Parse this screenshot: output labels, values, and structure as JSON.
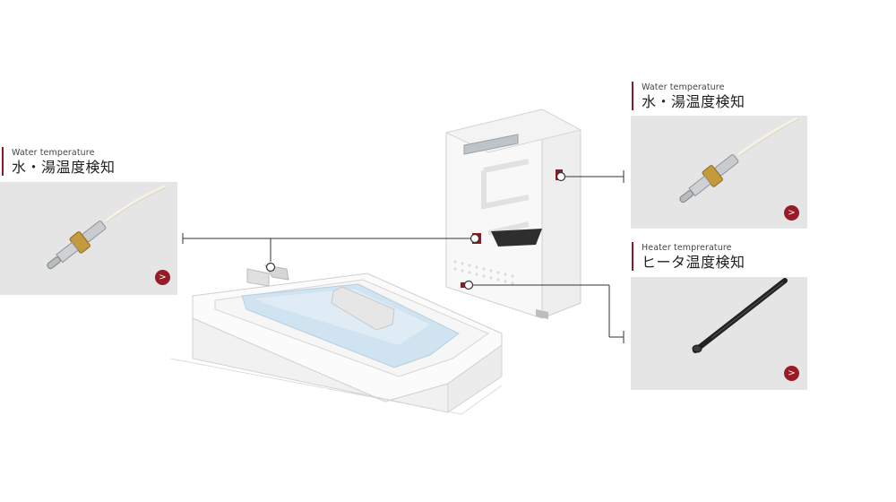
{
  "colors": {
    "accent": "#8a1c24",
    "button": "#9a1b28",
    "card_bg": "#e5e5e5"
  },
  "cards": {
    "left": {
      "en": "Water temperature",
      "ja": "水・湯温度検知",
      "button": ">",
      "icon": "probe-sensor-icon"
    },
    "top_right": {
      "en": "Water temperature",
      "ja": "水・湯温度検知",
      "button": ">",
      "icon": "probe-sensor-icon"
    },
    "bottom_right": {
      "en": "Heater temprerature",
      "ja": "ヒータ温度検知",
      "button": ">",
      "icon": "sheathed-sensor-icon"
    }
  }
}
